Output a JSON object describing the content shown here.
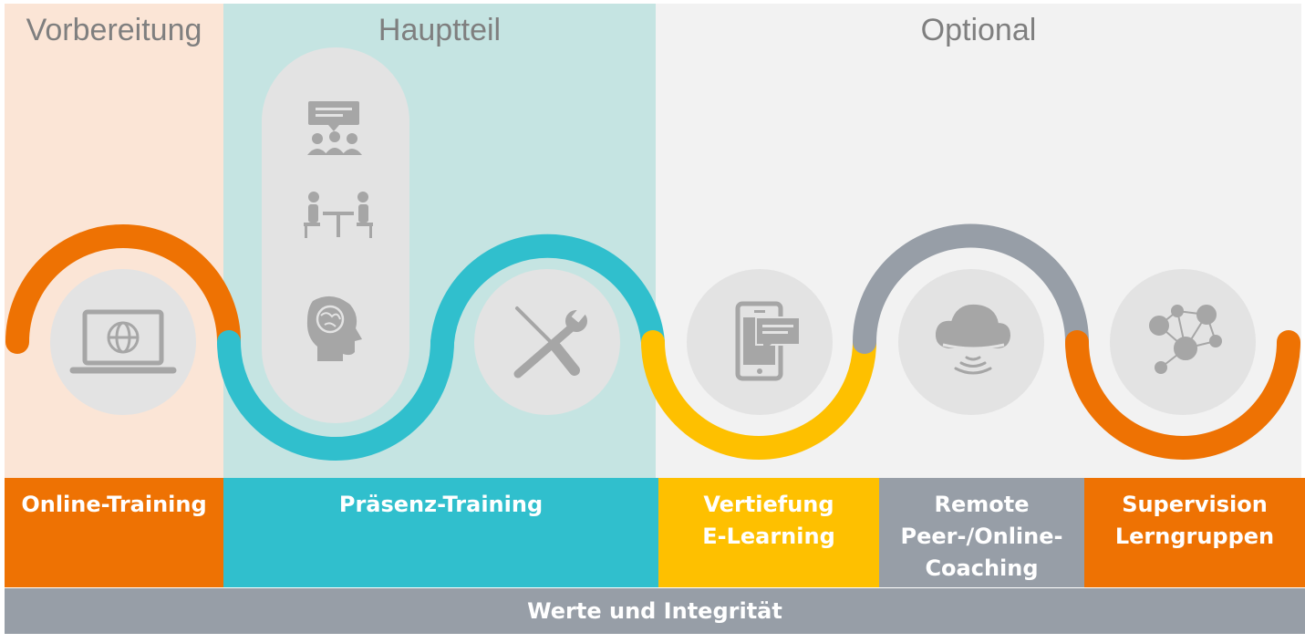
{
  "phases": {
    "preparation": {
      "title": "Vorbereitung",
      "color": "#fbe5d6"
    },
    "main": {
      "title": "Hauptteil",
      "color": "#c5e4e2"
    },
    "optional": {
      "title": "Optional",
      "color": "#f2f2f2"
    }
  },
  "stages": [
    {
      "label_lines": [
        "Online-Training"
      ],
      "color": "#ee7203",
      "icon": "laptop-globe-icon"
    },
    {
      "label_lines": [
        "Präsenz-Training"
      ],
      "color": "#30bfcd",
      "icons": [
        "presentation-audience-icon",
        "meeting-table-icon",
        "brain-head-icon",
        "tools-icon"
      ]
    },
    {
      "label_lines": [
        "Vertiefung",
        "E-Learning"
      ],
      "color": "#fec000",
      "icon": "mobile-chat-icon"
    },
    {
      "label_lines": [
        "Remote",
        "Peer-/Online-",
        "Coaching"
      ],
      "color": "#979ea7",
      "icon": "cloud-signal-icon"
    },
    {
      "label_lines": [
        "Supervision",
        "Lerngruppen"
      ],
      "color": "#ee7203",
      "icon": "network-people-icon"
    }
  ],
  "footer": {
    "label": "Werte und Integrität"
  },
  "icon_color": "#a6a6a6",
  "circle_color": "#e3e3e3"
}
